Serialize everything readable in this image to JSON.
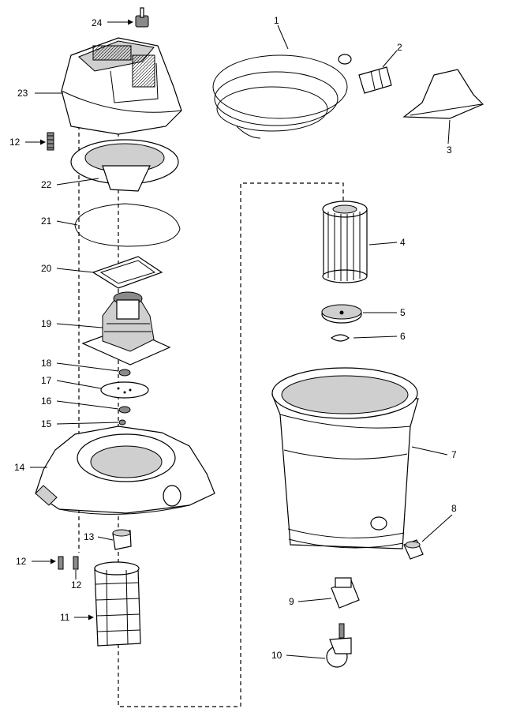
{
  "callouts": {
    "c1": "1",
    "c2": "2",
    "c3": "3",
    "c4": "4",
    "c5": "5",
    "c6": "6",
    "c7": "7",
    "c8": "8",
    "c9": "9",
    "c10": "10",
    "c11": "11",
    "c12a": "12",
    "c12b": "12",
    "c12c": "12",
    "c13": "13",
    "c14": "14",
    "c15": "15",
    "c16": "16",
    "c17": "17",
    "c18": "18",
    "c19": "19",
    "c20": "20",
    "c21": "21",
    "c22": "22",
    "c23": "23",
    "c24": "24"
  }
}
